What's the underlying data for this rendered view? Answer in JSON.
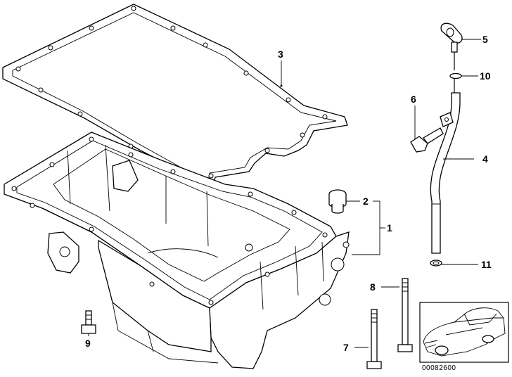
{
  "diagram": {
    "reference_code": "00082600",
    "callouts": [
      {
        "id": "c1",
        "label": "1"
      },
      {
        "id": "c2",
        "label": "2"
      },
      {
        "id": "c3",
        "label": "3"
      },
      {
        "id": "c4",
        "label": "4"
      },
      {
        "id": "c5",
        "label": "5"
      },
      {
        "id": "c6",
        "label": "6"
      },
      {
        "id": "c7",
        "label": "7"
      },
      {
        "id": "c8",
        "label": "8"
      },
      {
        "id": "c9",
        "label": "9"
      },
      {
        "id": "c10",
        "label": "10"
      },
      {
        "id": "c11",
        "label": "11"
      }
    ]
  }
}
